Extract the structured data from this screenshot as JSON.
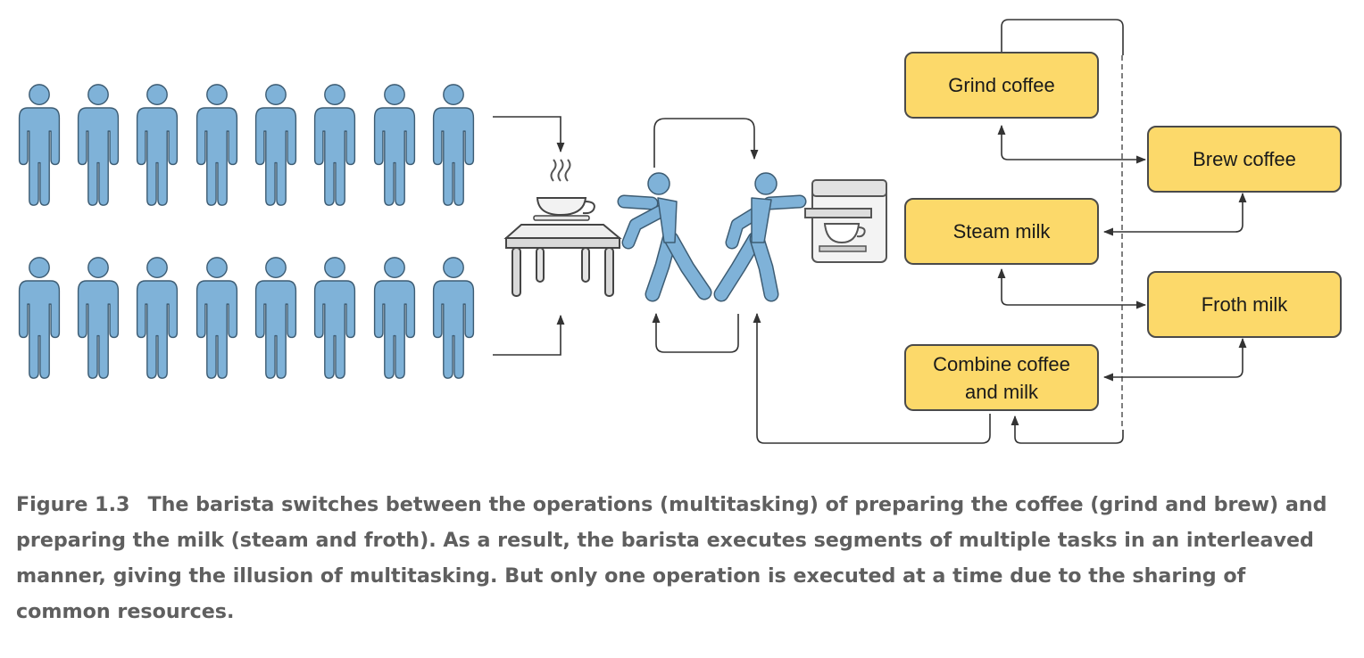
{
  "diagram": {
    "steps": {
      "grind": "Grind coffee",
      "brew": "Brew coffee",
      "steam": "Steam milk",
      "froth": "Froth milk",
      "combine_line1": "Combine coffee",
      "combine_line2": "and milk"
    }
  },
  "caption": {
    "label": "Figure 1.3",
    "text": "The barista switches between the operations (multitasking) of preparing the coffee (grind and brew) and preparing the milk (steam and froth). As a result, the barista executes segments of multiple tasks in an interleaved manner, giving the illusion of multitasking. But only one operation is executed at a time due to the sharing of common resources."
  },
  "colors": {
    "person": "#7fb2d8",
    "box_fill": "#fcd96a",
    "line": "#333333",
    "caption": "#5f5f5f"
  }
}
